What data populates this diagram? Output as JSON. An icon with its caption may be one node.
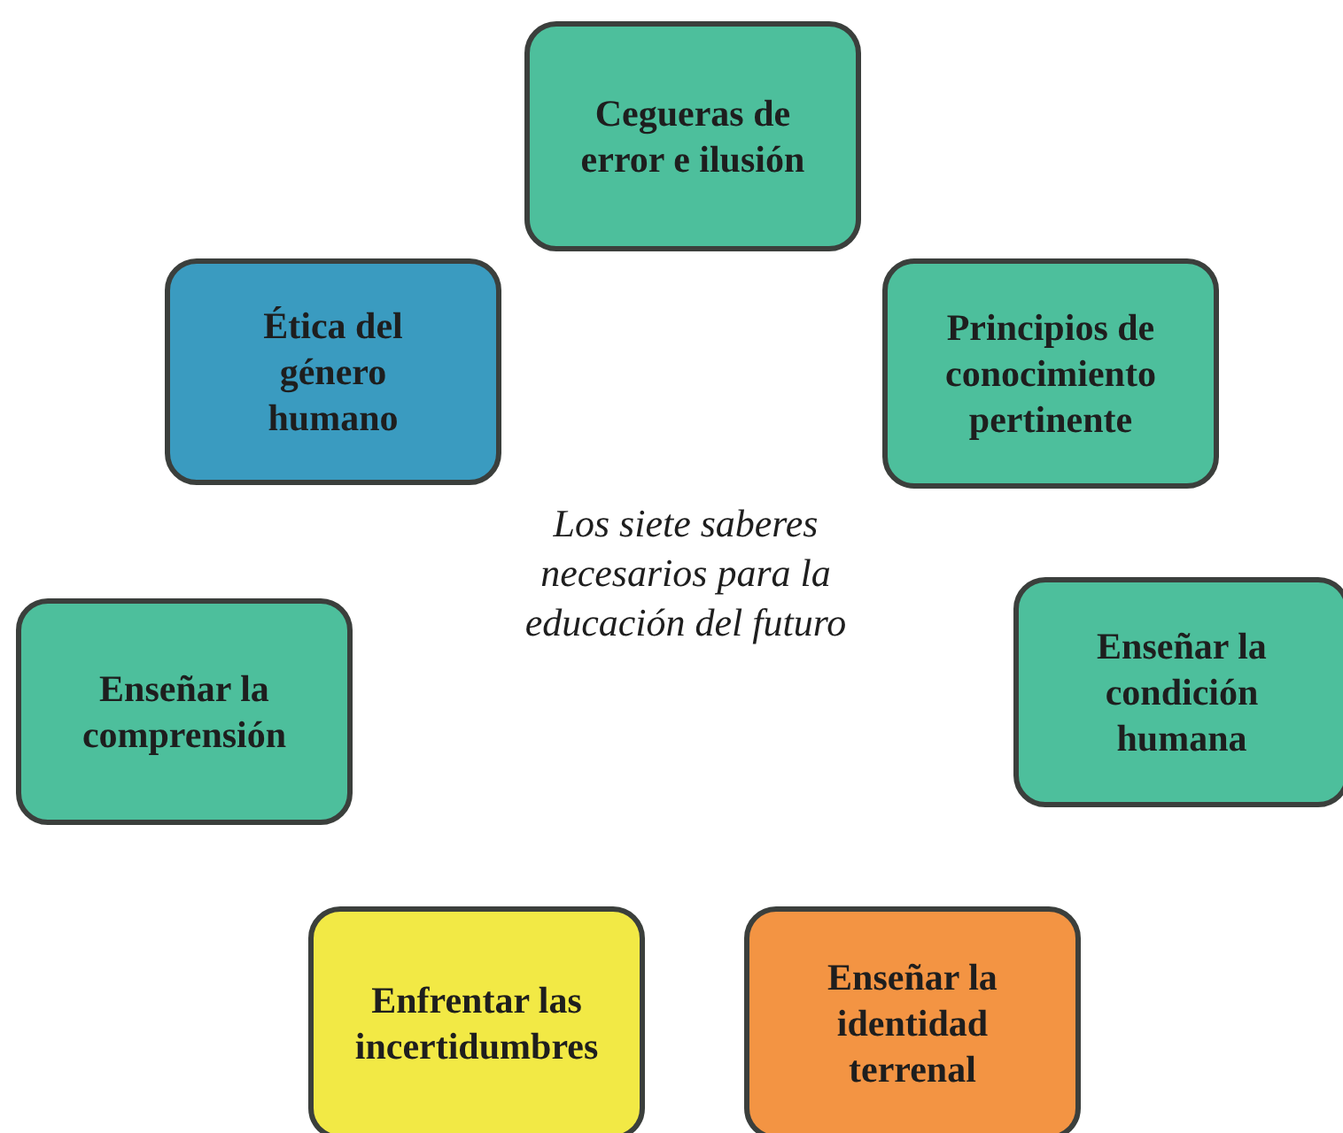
{
  "diagram": {
    "title": "Los siete saberes necesarios para la educación del futuro",
    "nodes": [
      {
        "text": [
          "Cegueras de error e ilusión"
        ]
      },
      {
        "text": [
          "Ética del género humano"
        ]
      },
      {
        "text": [
          "Principios de conocimiento pertinente"
        ]
      },
      {
        "text": [
          "Enseñar la comprensión"
        ]
      },
      {
        "text": [
          "Enseñar la condición humana"
        ]
      },
      {
        "text": [
          "Enfrentar las incertidumbres"
        ]
      },
      {
        "text": [
          "Enseñar la identidad terrenal"
        ]
      }
    ]
  }
}
